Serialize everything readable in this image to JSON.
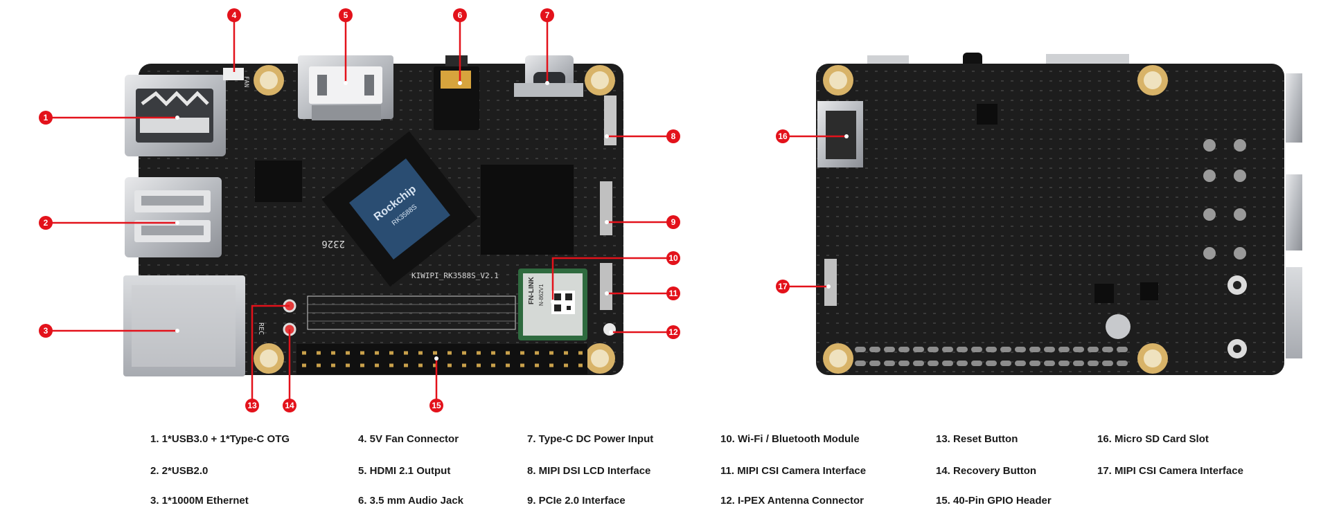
{
  "board": {
    "model_silkscreen": "KIWIPI_RK3588S_V2.1",
    "date_code": "2326",
    "chip_brand": "Rockchip",
    "chip_model": "RK3588S",
    "wifi_brand": "FN-LINK",
    "wifi_model": "N-862V1",
    "fan_label": "FAN",
    "rec_label": "REC"
  },
  "callouts": [
    {
      "n": "1"
    },
    {
      "n": "2"
    },
    {
      "n": "3"
    },
    {
      "n": "4"
    },
    {
      "n": "5"
    },
    {
      "n": "6"
    },
    {
      "n": "7"
    },
    {
      "n": "8"
    },
    {
      "n": "9"
    },
    {
      "n": "10"
    },
    {
      "n": "11"
    },
    {
      "n": "12"
    },
    {
      "n": "13"
    },
    {
      "n": "14"
    },
    {
      "n": "15"
    },
    {
      "n": "16"
    },
    {
      "n": "17"
    }
  ],
  "legend": [
    "1. 1*USB3.0 + 1*Type-C OTG",
    "2. 2*USB2.0",
    "3. 1*1000M Ethernet",
    "4. 5V Fan Connector",
    "5. HDMI 2.1 Output",
    "6. 3.5 mm Audio Jack",
    "7. Type-C DC Power Input",
    "8. MIPI DSI LCD Interface",
    "9. PCIe 2.0 Interface",
    "10. Wi-Fi / Bluetooth Module",
    "11. MIPI CSI Camera Interface",
    "12. I-PEX Antenna Connector",
    "13. Reset Button",
    "14. Recovery Button",
    "15. 40-Pin GPIO Header",
    "16. Micro SD Card Slot",
    "17. MIPI CSI Camera Interface"
  ],
  "colors": {
    "pcb": "#1c1c1c",
    "callout": "#e3121b",
    "mount_hole": "#d8b368",
    "connector_metal": "#cfd1d4",
    "wifi_module": "#2f6b3f",
    "legend_text": "#1a1a1a"
  }
}
